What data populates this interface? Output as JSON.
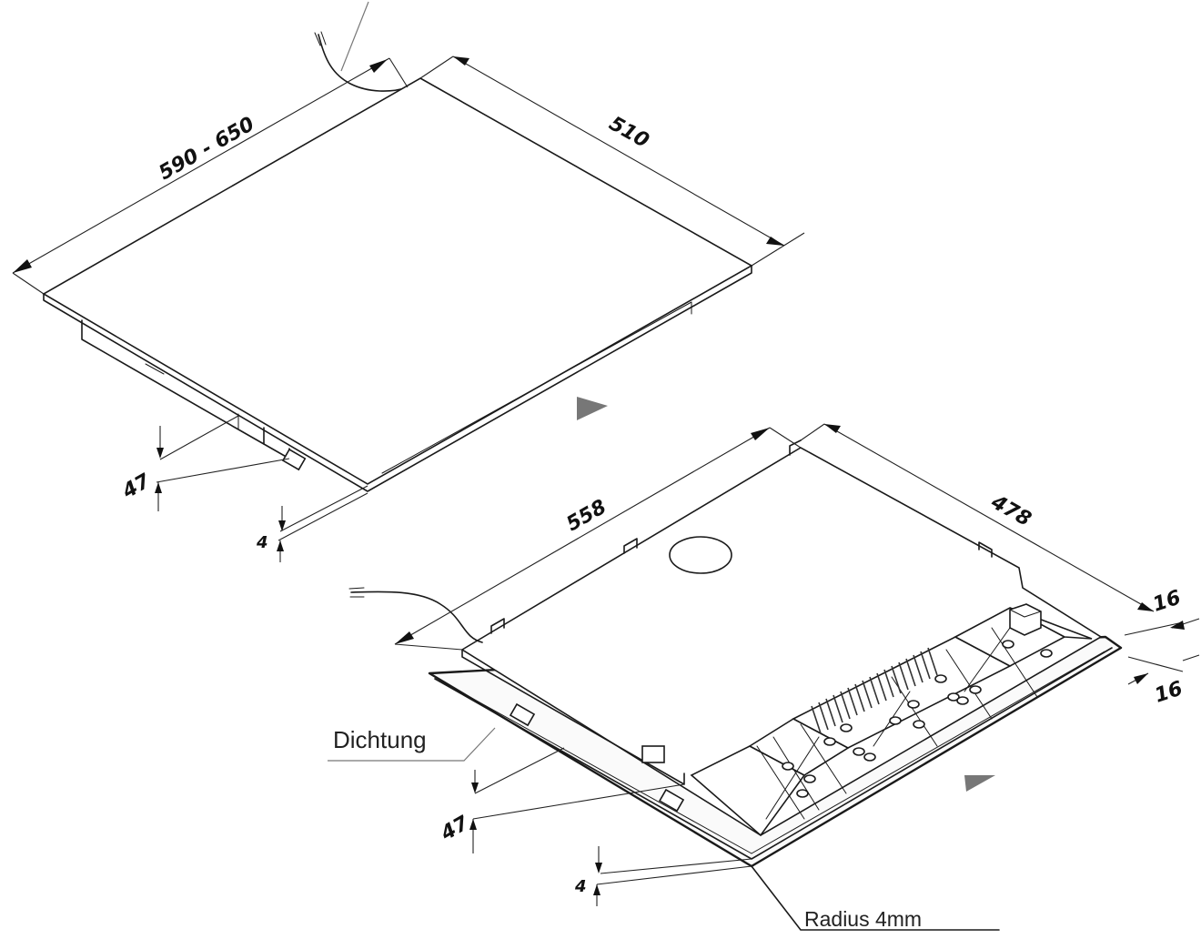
{
  "top_view": {
    "width_label": "590 - 650",
    "depth_label": "510",
    "height_label": "47",
    "glass_label": "4"
  },
  "bottom_view": {
    "width_label": "558",
    "depth_label": "478",
    "offset_label_top": "16",
    "offset_label_bottom": "16",
    "height_label": "47",
    "glass_label": "4",
    "seal_callout": "Dichtung",
    "radius_callout": "Radius 4mm"
  }
}
